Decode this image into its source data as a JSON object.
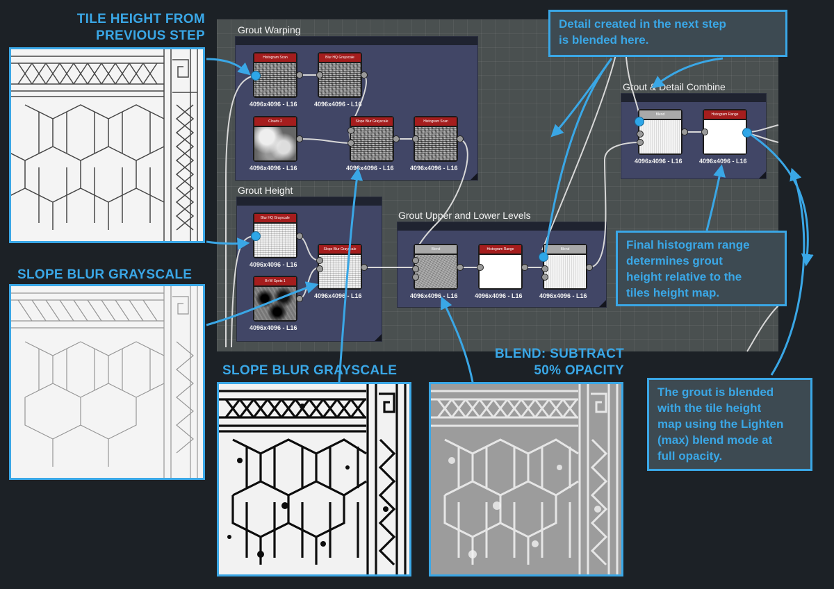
{
  "callouts": {
    "tile_height": [
      "TILE HEIGHT FROM",
      "PREVIOUS STEP"
    ],
    "slope_blur_left": "SLOPE BLUR GRAYSCALE",
    "slope_blur_bottom": "SLOPE BLUR GRAYSCALE",
    "blend_subtract": [
      "BLEND: SUBTRACT",
      "50% OPACITY"
    ],
    "detail_next_step": [
      "Detail created in the next step",
      "is blended here."
    ],
    "final_histogram": [
      "Final histogram range",
      "determines grout",
      "height relative to the",
      "tiles height map."
    ],
    "grout_blended": [
      "The grout is blended",
      "with the tile height",
      "map using the Lighten",
      "(max) blend mode at",
      "full opacity."
    ]
  },
  "frames": {
    "grout_warping": "Grout Warping",
    "grout_height": "Grout Height",
    "grout_levels": "Grout Upper and Lower Levels",
    "combine": "Grout & Detail Combine"
  },
  "nodes": {
    "histogram_scan_1": {
      "title": "Histogram Scan",
      "label": "4096x4096 - L16"
    },
    "blurhq_1": {
      "title": "Blur HQ Grayscale",
      "label": "4096x4096 - L16"
    },
    "clouds_2": {
      "title": "Clouds 2",
      "label": "4096x4096 - L16"
    },
    "slope_blur_1": {
      "title": "Slope Blur Grayscale",
      "label": "4096x4096 - L16"
    },
    "histogram_scan_2": {
      "title": "Histogram Scan",
      "label": "4096x4096 - L16"
    },
    "blurhq_2": {
      "title": "Blur HQ Grayscale",
      "label": "4096x4096 - L16"
    },
    "bw_spots": {
      "title": "B+W Spots 1",
      "label": "4096x4096 - L16"
    },
    "slope_blur_2": {
      "title": "Slope Blur Grayscale",
      "label": "4096x4096 - L16"
    },
    "blend_1": {
      "title": "Blend",
      "label": "4096x4096 - L16"
    },
    "histogram_range_1": {
      "title": "Histogram Range",
      "label": "4096x4096 - L16"
    },
    "blend_2": {
      "title": "Blend",
      "label": "4096x4096 - L16"
    },
    "blend_3": {
      "title": "Blend",
      "label": "4096x4096 - L16"
    },
    "histogram_range_2": {
      "title": "Histogram Range",
      "label": "4096x4096 - L16"
    }
  },
  "colors": {
    "accent": "#3aa7e6",
    "background": "#1c2126",
    "canvas": "#4a5050",
    "frame": "#414666",
    "node_header": "#a51d1d",
    "node_header_blend": "#a9a9a9"
  }
}
